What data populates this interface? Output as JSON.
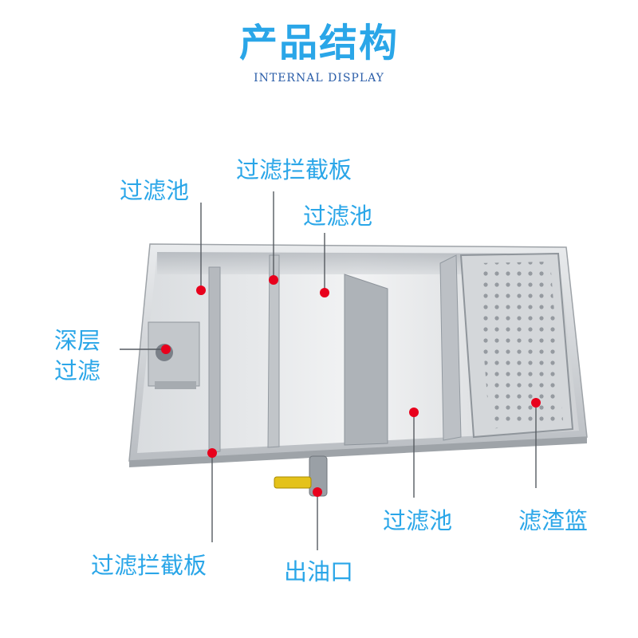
{
  "header": {
    "title": "产品结构",
    "subtitle": "INTERNAL DISPLAY"
  },
  "labels": {
    "filter_tank_left": "过滤池",
    "baffle_top": "过滤拦截板",
    "filter_tank_mid": "过滤池",
    "deep_filter_line1": "深层",
    "deep_filter_line2": "过滤",
    "baffle_bottom": "过滤拦截板",
    "oil_outlet": "出油口",
    "filter_tank_right": "过滤池",
    "residue_basket": "滤渣篮"
  },
  "colors": {
    "label_blue": "#2aa6e8",
    "marker_red": "#e8001c",
    "steel": "#c9ccd0"
  }
}
